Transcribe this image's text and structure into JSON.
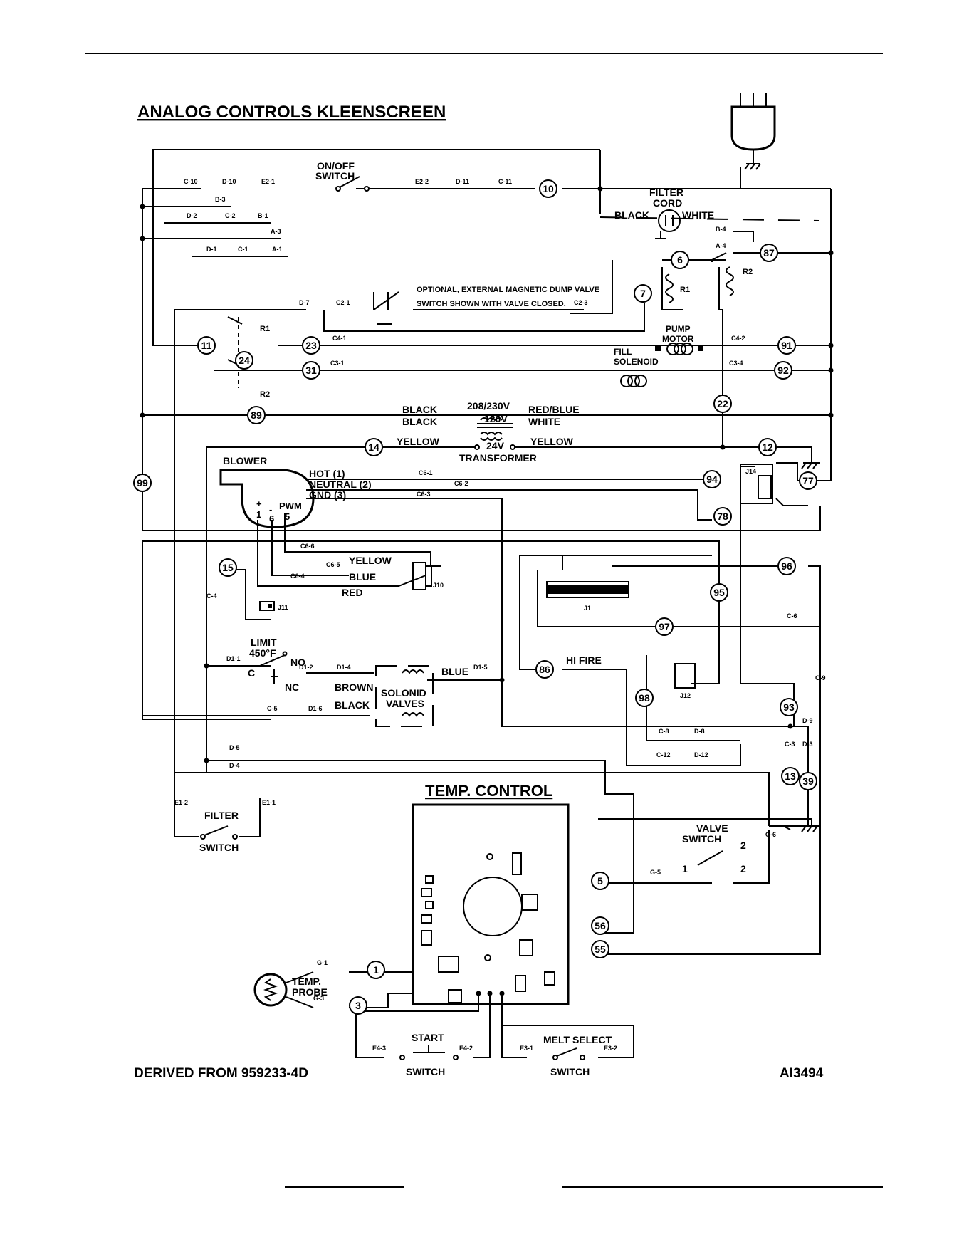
{
  "title": "ANALOG CONTROLS KLEENSCREEN",
  "temp_control_title": "TEMP. CONTROL",
  "derived_from": "DERIVED FROM 959233-4D",
  "drawing_id": "AI3494",
  "labels": {
    "on_off_switch": "ON/OFF\nSWITCH",
    "filter_cord": "FILTER\nCORD",
    "black": "BLACK",
    "white": "WHITE",
    "dump_valve_note": "OPTIONAL, EXTERNAL MAGNETIC DUMP VALVE\nSWITCH SHOWN WITH VALVE CLOSED.",
    "pump_motor": "PUMP\nMOTOR",
    "fill_solenoid": "FILL\nSOLENOID",
    "r1": "R1",
    "r2": "R2",
    "transformer_primary_left_1": "BLACK",
    "transformer_primary_left_2": "BLACK",
    "transformer_v1": "208/230V",
    "transformer_v2": "120V",
    "transformer_v3": "24V",
    "transformer_right_1": "RED/BLUE",
    "transformer_right_2": "WHITE",
    "transformer": "TRANSFORMER",
    "yellow": "YELLOW",
    "blower": "BLOWER",
    "hot": "HOT (1)",
    "neutral": "NEUTRAL (2)",
    "gnd": "GND (3)",
    "pwm": "PWM",
    "plus1": "+\n1",
    "minus6": "-\n6",
    "five": "5",
    "blue": "BLUE",
    "red": "RED",
    "limit": "LIMIT\n450°F",
    "no": "NO",
    "nc": "NC",
    "c": "C",
    "brown": "BROWN",
    "solenoid_valves": "SOLONID\nVALVES",
    "hi_fire": "HI FIRE",
    "filter_switch": "FILTER",
    "switch": "SWITCH",
    "valve_switch": "VALVE\nSWITCH",
    "temp_probe": "TEMP.\nPROBE",
    "start": "START",
    "melt_select": "MELT SELECT",
    "j1": "J1",
    "j10": "J10",
    "j11": "J11",
    "j12": "J12",
    "j14": "J14"
  },
  "connectors": [
    "C-10",
    "D-10",
    "E2-1",
    "E2-2",
    "D-11",
    "C-11",
    "B-3",
    "D-2",
    "C-2",
    "B-1",
    "A-3",
    "D-1",
    "C-1",
    "A-1",
    "B-4",
    "A-4",
    "D-7",
    "C2-1",
    "C2-3",
    "C4-1",
    "C4-2",
    "C3-1",
    "C3-4",
    "C6-1",
    "C6-2",
    "C6-3",
    "C6-6",
    "C6-5",
    "C6-4",
    "C-4",
    "D1-1",
    "D1-2",
    "D1-4",
    "D1-5",
    "C-5",
    "D1-6",
    "C-6",
    "C-8",
    "D-8",
    "C-12",
    "D-12",
    "C-9",
    "D-9",
    "C-3",
    "D-3",
    "D-5",
    "D-4",
    "E1-2",
    "E1-1",
    "G-5",
    "G-6",
    "G-1",
    "G-3",
    "E4-3",
    "E4-2",
    "E3-1",
    "E3-2"
  ],
  "wire_numbers": [
    "10",
    "87",
    "6",
    "7",
    "11",
    "23",
    "24",
    "31",
    "89",
    "14",
    "99",
    "12",
    "22",
    "94",
    "77",
    "78",
    "15",
    "96",
    "95",
    "97",
    "86",
    "98",
    "93",
    "13",
    "39",
    "5",
    "56",
    "55",
    "1",
    "3",
    "91",
    "92"
  ]
}
